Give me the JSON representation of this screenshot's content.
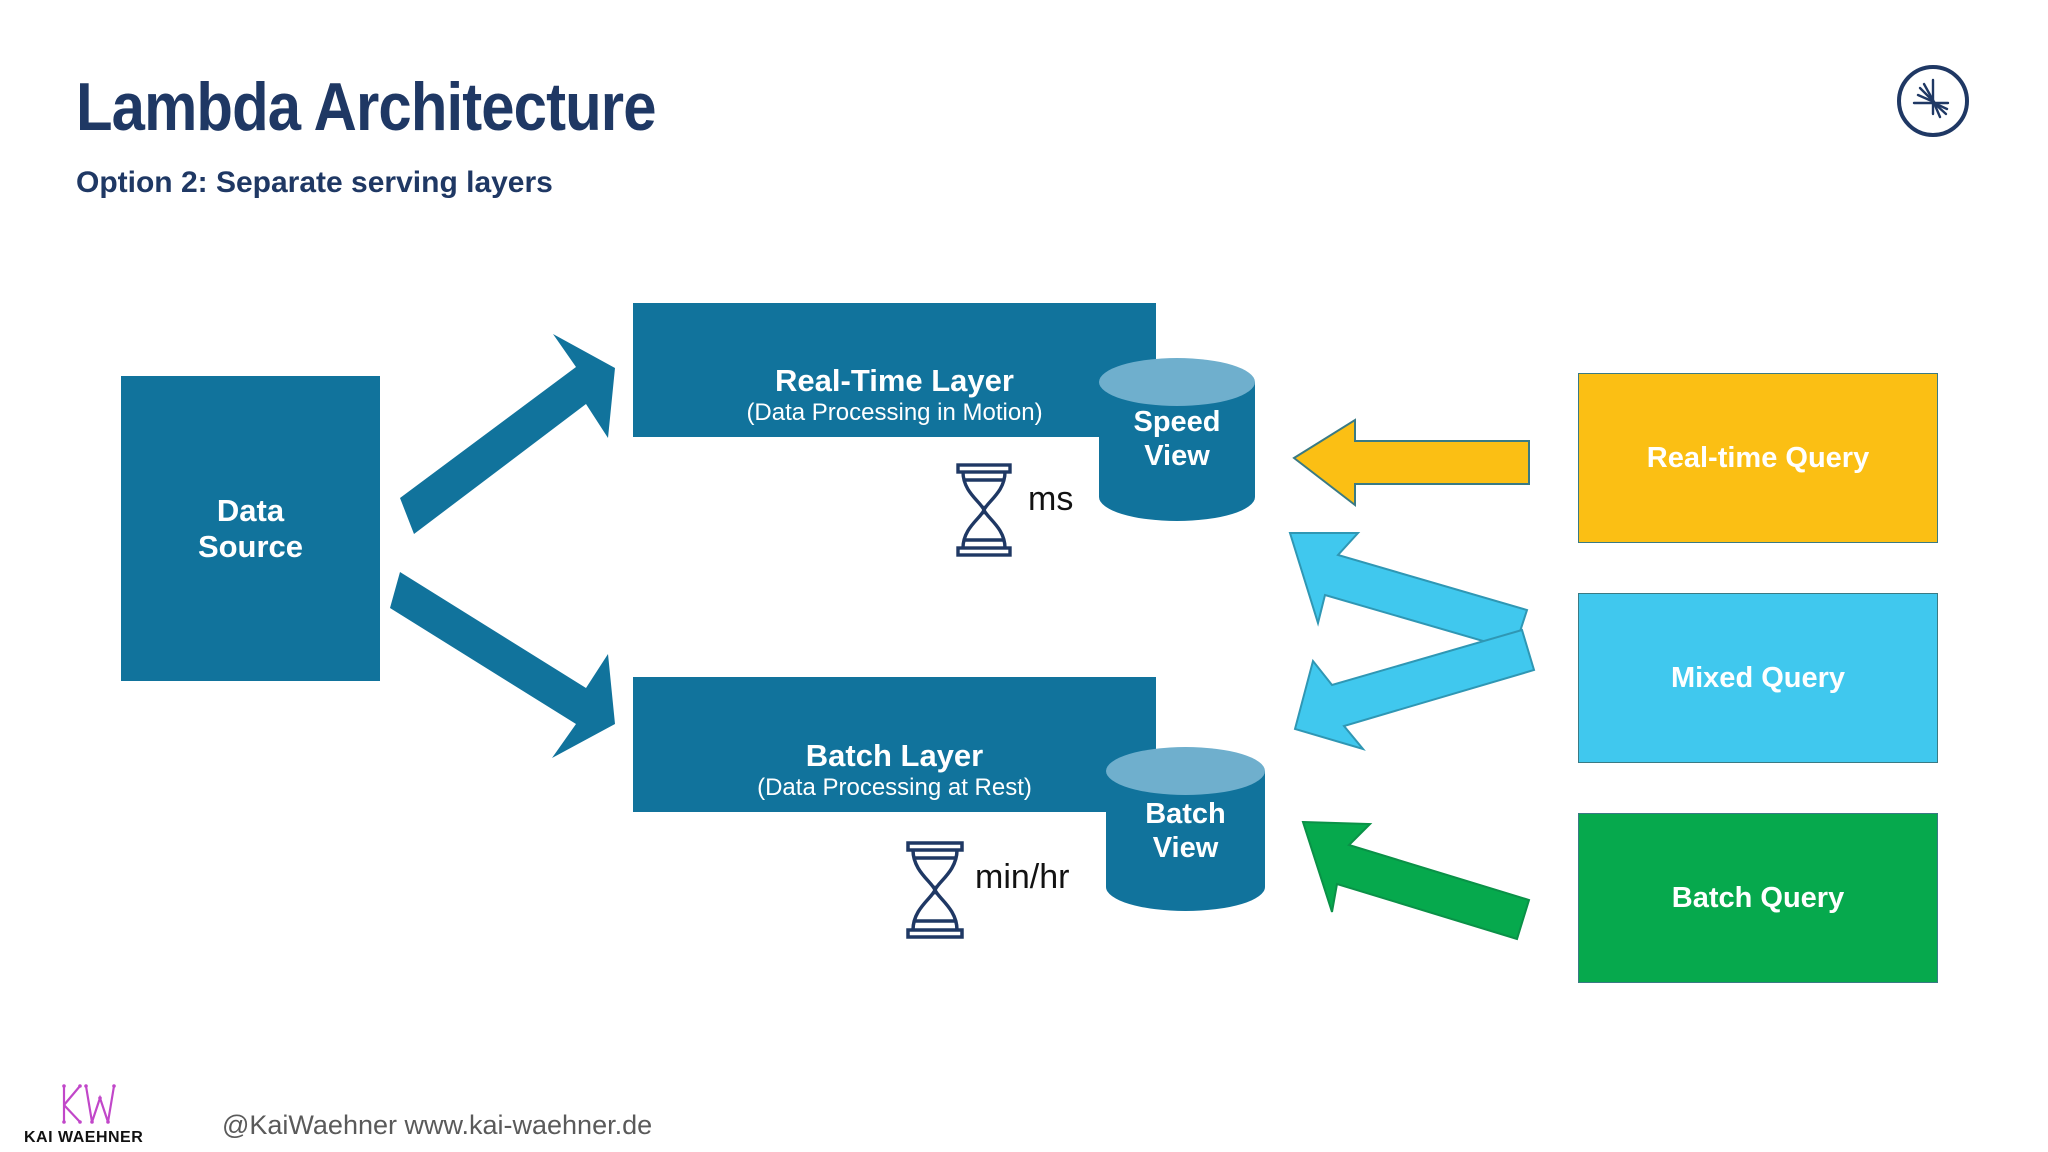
{
  "header": {
    "title": "Lambda Architecture",
    "subtitle": "Option 2: Separate serving layers",
    "title_color": "#1F3864",
    "logo_icon": "starburst-circle-icon"
  },
  "diagram": {
    "data_source": {
      "label": "Data\nSource",
      "line1": "Data",
      "line2": "Source",
      "color": "#11739C"
    },
    "realtime_layer": {
      "title": "Real-Time Layer",
      "subtitle": "(Data Processing in Motion)",
      "color": "#11739C"
    },
    "batch_layer": {
      "title": "Batch Layer",
      "subtitle": "(Data Processing at Rest)",
      "color": "#11739C"
    },
    "speed_view": {
      "line1": "Speed",
      "line2": "View",
      "body_color": "#11739C",
      "top_color": "#6FAFCD"
    },
    "batch_view": {
      "line1": "Batch",
      "line2": "View",
      "body_color": "#11739C",
      "top_color": "#6FAFCD"
    },
    "latency_realtime": {
      "unit": "ms",
      "icon": "hourglass-icon",
      "icon_color": "#1F3864"
    },
    "latency_batch": {
      "unit": "min/hr",
      "icon": "hourglass-icon",
      "icon_color": "#1F3864"
    },
    "queries": [
      {
        "label": "Real-time Query",
        "color": "#FBBF14"
      },
      {
        "label": "Mixed Query",
        "color": "#40C8EE"
      },
      {
        "label": "Batch Query",
        "color": "#06A94D"
      }
    ],
    "arrows": [
      {
        "name": "data-source-to-realtime",
        "color": "#11739C",
        "direction": "up-right"
      },
      {
        "name": "data-source-to-batch",
        "color": "#11739C",
        "direction": "down-right"
      },
      {
        "name": "realtime-query-to-speed-view",
        "color": "#FBBF14",
        "direction": "left"
      },
      {
        "name": "mixed-query-to-speed-view",
        "color": "#40C8EE",
        "direction": "up-left"
      },
      {
        "name": "mixed-query-to-batch-view",
        "color": "#40C8EE",
        "direction": "down-left"
      },
      {
        "name": "batch-query-to-batch-view",
        "color": "#06A94D",
        "direction": "up-left"
      }
    ]
  },
  "footer": {
    "logo_mark": "KW",
    "logo_name": "KAI WAEHNER",
    "handle_and_site": "@KaiWaehner www.kai-waehner.de"
  }
}
